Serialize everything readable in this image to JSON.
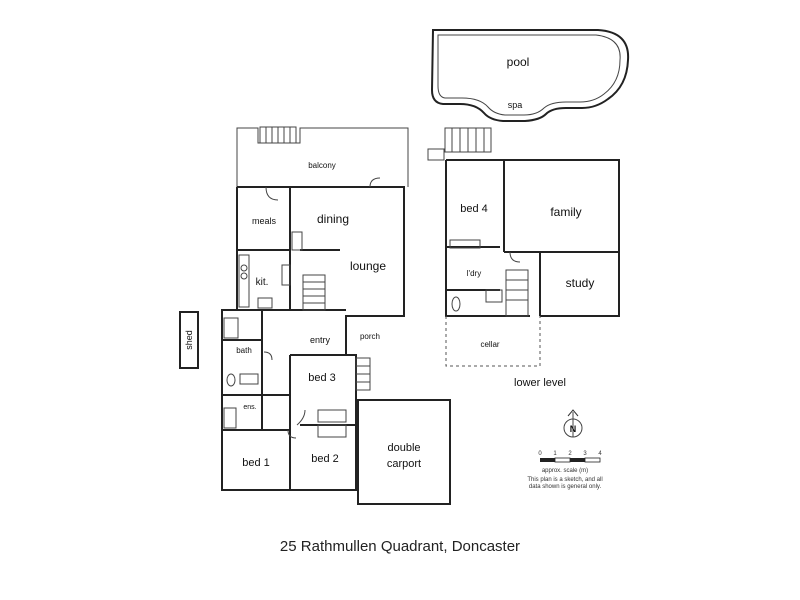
{
  "address": "25 Rathmullen Quadrant, Doncaster",
  "rooms": {
    "pool": "pool",
    "spa": "spa",
    "balcony": "balcony",
    "meals": "meals",
    "dining": "dining",
    "lounge": "lounge",
    "kit": "kit.",
    "entry": "entry",
    "porch": "porch",
    "bath": "bath",
    "ens": "ens.",
    "bed1": "bed 1",
    "bed2": "bed 2",
    "bed3": "bed 3",
    "shed": "shed",
    "carport": [
      "double",
      "carport"
    ],
    "bed4": "bed 4",
    "family": "family",
    "ldry": "l'dry",
    "study": "study",
    "cellar": "cellar",
    "lower_level": "lower level"
  },
  "scale": {
    "ticks": [
      "0",
      "1",
      "2",
      "3",
      "4"
    ],
    "caption": "approx. scale (m)",
    "note": [
      "This plan is a sketch, and all",
      "data shown is general only."
    ],
    "north": "N"
  }
}
